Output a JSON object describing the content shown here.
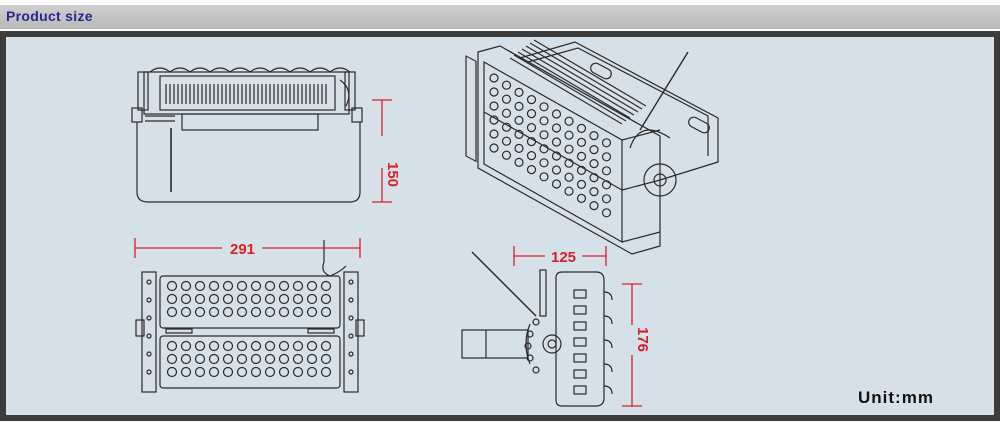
{
  "header": {
    "title": "Product size"
  },
  "dimensions": {
    "width": "291",
    "height": "150",
    "depth": "125",
    "side_height": "176"
  },
  "unit": {
    "label": "Unit",
    "sep": ":",
    "value": "mm"
  },
  "colors": {
    "header_text": "#27288e",
    "panel_bg": "#d6e0e8",
    "border": "#3c3c3c",
    "dimension": "#d9202a",
    "line": "#2a2a2a"
  }
}
